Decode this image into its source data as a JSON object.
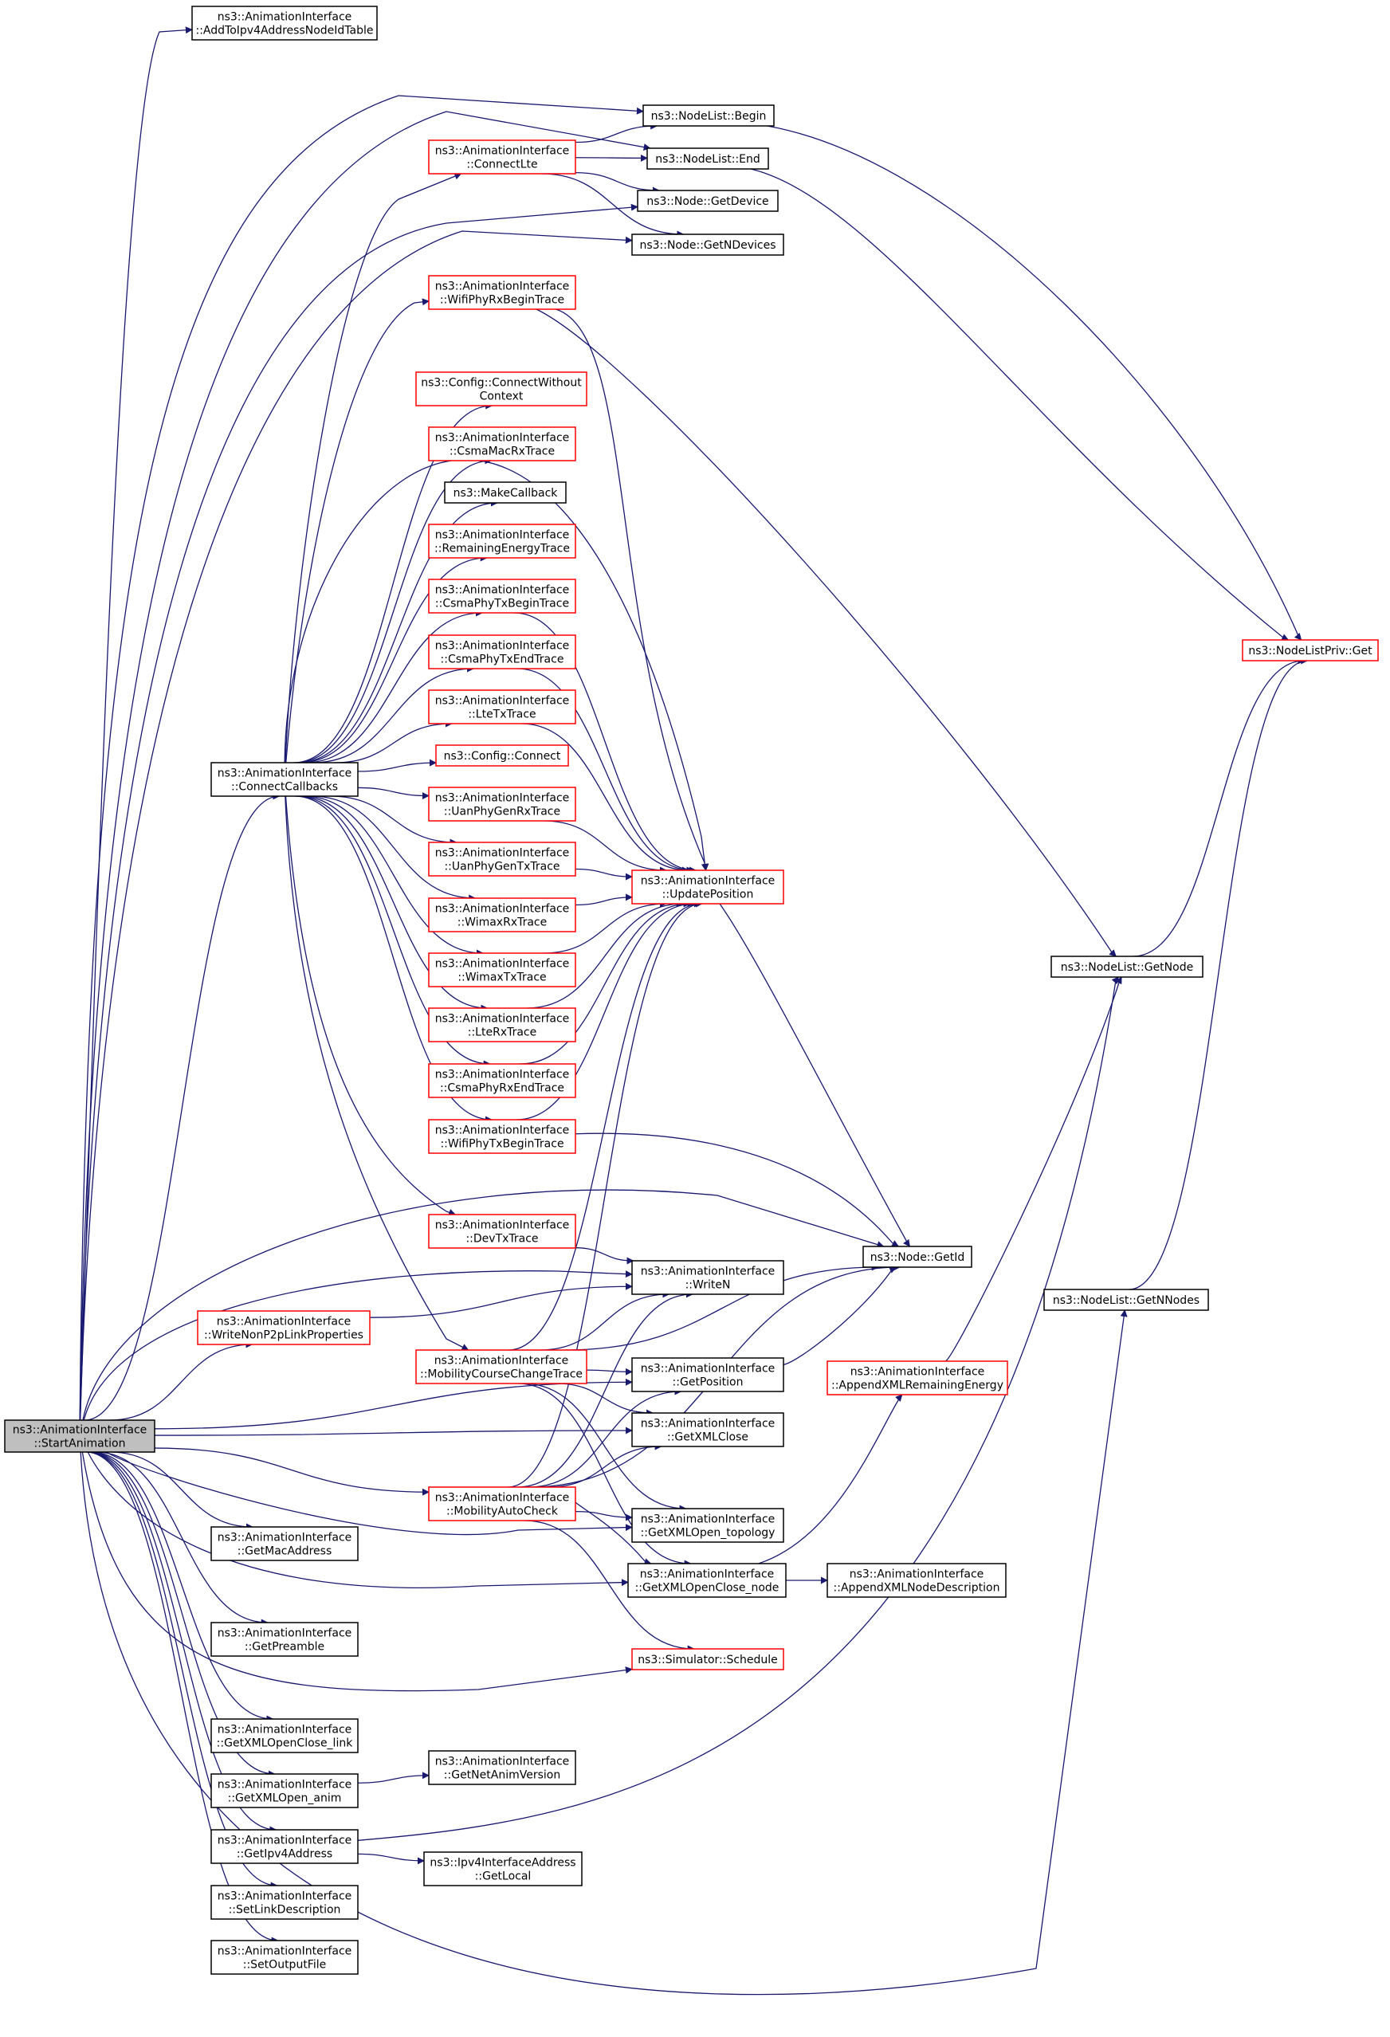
{
  "colors": {
    "edge": "#191970",
    "red_border": "#ff0000",
    "black_border": "#000000",
    "root_fill": "#bfbfbf"
  },
  "nodes": {
    "startAnimation": {
      "lines": [
        "ns3::AnimationInterface",
        "::StartAnimation"
      ],
      "style": "root"
    },
    "addToIpv4": {
      "lines": [
        "ns3::AnimationInterface",
        "::AddToIpv4AddressNodeIdTable"
      ],
      "style": "black"
    },
    "nodeListBegin": {
      "lines": [
        "ns3::NodeList::Begin"
      ],
      "style": "black"
    },
    "connectLte": {
      "lines": [
        "ns3::AnimationInterface",
        "::ConnectLte"
      ],
      "style": "red"
    },
    "nodeListEnd": {
      "lines": [
        "ns3::NodeList::End"
      ],
      "style": "black"
    },
    "nodeGetDevice": {
      "lines": [
        "ns3::Node::GetDevice"
      ],
      "style": "black"
    },
    "nodeGetNDevices": {
      "lines": [
        "ns3::Node::GetNDevices"
      ],
      "style": "black"
    },
    "wifiPhyRxBegin": {
      "lines": [
        "ns3::AnimationInterface",
        "::WifiPhyRxBeginTrace"
      ],
      "style": "red"
    },
    "configConnectWithout": {
      "lines": [
        "ns3::Config::ConnectWithout",
        "Context"
      ],
      "style": "red"
    },
    "csmaMacRx": {
      "lines": [
        "ns3::AnimationInterface",
        "::CsmaMacRxTrace"
      ],
      "style": "red"
    },
    "makeCallback": {
      "lines": [
        "ns3::MakeCallback"
      ],
      "style": "black"
    },
    "remainingEnergy": {
      "lines": [
        "ns3::AnimationInterface",
        "::RemainingEnergyTrace"
      ],
      "style": "red"
    },
    "csmaPhyTxBegin": {
      "lines": [
        "ns3::AnimationInterface",
        "::CsmaPhyTxBeginTrace"
      ],
      "style": "red"
    },
    "csmaPhyTxEnd": {
      "lines": [
        "ns3::AnimationInterface",
        "::CsmaPhyTxEndTrace"
      ],
      "style": "red"
    },
    "lteTx": {
      "lines": [
        "ns3::AnimationInterface",
        "::LteTxTrace"
      ],
      "style": "red"
    },
    "connectCallbacks": {
      "lines": [
        "ns3::AnimationInterface",
        "::ConnectCallbacks"
      ],
      "style": "black"
    },
    "configConnect": {
      "lines": [
        "ns3::Config::Connect"
      ],
      "style": "red"
    },
    "uanPhyGenRx": {
      "lines": [
        "ns3::AnimationInterface",
        "::UanPhyGenRxTrace"
      ],
      "style": "red"
    },
    "uanPhyGenTx": {
      "lines": [
        "ns3::AnimationInterface",
        "::UanPhyGenTxTrace"
      ],
      "style": "red"
    },
    "updatePosition": {
      "lines": [
        "ns3::AnimationInterface",
        "::UpdatePosition"
      ],
      "style": "red"
    },
    "wimaxRx": {
      "lines": [
        "ns3::AnimationInterface",
        "::WimaxRxTrace"
      ],
      "style": "red"
    },
    "wimaxTx": {
      "lines": [
        "ns3::AnimationInterface",
        "::WimaxTxTrace"
      ],
      "style": "red"
    },
    "lteRx": {
      "lines": [
        "ns3::AnimationInterface",
        "::LteRxTrace"
      ],
      "style": "red"
    },
    "csmaPhyRxEnd": {
      "lines": [
        "ns3::AnimationInterface",
        "::CsmaPhyRxEndTrace"
      ],
      "style": "red"
    },
    "wifiPhyTxBegin": {
      "lines": [
        "ns3::AnimationInterface",
        "::WifiPhyTxBeginTrace"
      ],
      "style": "red"
    },
    "nodeListPrivGet": {
      "lines": [
        "ns3::NodeListPriv::Get"
      ],
      "style": "red"
    },
    "nodeListGetNode": {
      "lines": [
        "ns3::NodeList::GetNode"
      ],
      "style": "black"
    },
    "devTx": {
      "lines": [
        "ns3::AnimationInterface",
        "::DevTxTrace"
      ],
      "style": "red"
    },
    "nodeGetId": {
      "lines": [
        "ns3::Node::GetId"
      ],
      "style": "black"
    },
    "writeN": {
      "lines": [
        "ns3::AnimationInterface",
        "::WriteN"
      ],
      "style": "black"
    },
    "nodeListGetNNodes": {
      "lines": [
        "ns3::NodeList::GetNNodes"
      ],
      "style": "black"
    },
    "writeNonP2p": {
      "lines": [
        "ns3::AnimationInterface",
        "::WriteNonP2pLinkProperties"
      ],
      "style": "red"
    },
    "mobilityCourseChange": {
      "lines": [
        "ns3::AnimationInterface",
        "::MobilityCourseChangeTrace"
      ],
      "style": "red"
    },
    "getPosition": {
      "lines": [
        "ns3::AnimationInterface",
        "::GetPosition"
      ],
      "style": "black"
    },
    "appendXMLRemainingEnergy": {
      "lines": [
        "ns3::AnimationInterface",
        "::AppendXMLRemainingEnergy"
      ],
      "style": "red"
    },
    "getXMLClose": {
      "lines": [
        "ns3::AnimationInterface",
        "::GetXMLClose"
      ],
      "style": "black"
    },
    "mobilityAutoCheck": {
      "lines": [
        "ns3::AnimationInterface",
        "::MobilityAutoCheck"
      ],
      "style": "red"
    },
    "getMacAddress": {
      "lines": [
        "ns3::AnimationInterface",
        "::GetMacAddress"
      ],
      "style": "black"
    },
    "getXMLOpenTopology": {
      "lines": [
        "ns3::AnimationInterface",
        "::GetXMLOpen_topology"
      ],
      "style": "black"
    },
    "getXMLOpenCloseNode": {
      "lines": [
        "ns3::AnimationInterface",
        "::GetXMLOpenClose_node"
      ],
      "style": "black"
    },
    "appendXMLNodeDescription": {
      "lines": [
        "ns3::AnimationInterface",
        "::AppendXMLNodeDescription"
      ],
      "style": "black"
    },
    "getPreamble": {
      "lines": [
        "ns3::AnimationInterface",
        "::GetPreamble"
      ],
      "style": "black"
    },
    "simulatorSchedule": {
      "lines": [
        "ns3::Simulator::Schedule"
      ],
      "style": "red"
    },
    "getXMLOpenCloseLink": {
      "lines": [
        "ns3::AnimationInterface",
        "::GetXMLOpenClose_link"
      ],
      "style": "black"
    },
    "getNetAnimVersion": {
      "lines": [
        "ns3::AnimationInterface",
        "::GetNetAnimVersion"
      ],
      "style": "black"
    },
    "getXMLOpenAnim": {
      "lines": [
        "ns3::AnimationInterface",
        "::GetXMLOpen_anim"
      ],
      "style": "black"
    },
    "getIpv4Address": {
      "lines": [
        "ns3::AnimationInterface",
        "::GetIpv4Address"
      ],
      "style": "black"
    },
    "ipv4GetLocal": {
      "lines": [
        "ns3::Ipv4InterfaceAddress",
        "::GetLocal"
      ],
      "style": "black"
    },
    "setLinkDescription": {
      "lines": [
        "ns3::AnimationInterface",
        "::SetLinkDescription"
      ],
      "style": "black"
    },
    "setOutputFile": {
      "lines": [
        "ns3::AnimationInterface",
        "::SetOutputFile"
      ],
      "style": "black"
    }
  },
  "edges": [
    [
      "startAnimation",
      "addToIpv4"
    ],
    [
      "startAnimation",
      "nodeListBegin"
    ],
    [
      "startAnimation",
      "nodeListEnd"
    ],
    [
      "startAnimation",
      "nodeGetDevice"
    ],
    [
      "startAnimation",
      "nodeGetNDevices"
    ],
    [
      "startAnimation",
      "connectCallbacks"
    ],
    [
      "startAnimation",
      "writeNonP2p"
    ],
    [
      "startAnimation",
      "writeN"
    ],
    [
      "startAnimation",
      "nodeGetId"
    ],
    [
      "startAnimation",
      "getPosition"
    ],
    [
      "startAnimation",
      "getXMLClose"
    ],
    [
      "startAnimation",
      "mobilityAutoCheck"
    ],
    [
      "startAnimation",
      "getXMLOpenTopology"
    ],
    [
      "startAnimation",
      "getXMLOpenCloseNode"
    ],
    [
      "startAnimation",
      "getMacAddress"
    ],
    [
      "startAnimation",
      "getPreamble"
    ],
    [
      "startAnimation",
      "simulatorSchedule"
    ],
    [
      "startAnimation",
      "getXMLOpenCloseLink"
    ],
    [
      "startAnimation",
      "getXMLOpenAnim"
    ],
    [
      "startAnimation",
      "getIpv4Address"
    ],
    [
      "startAnimation",
      "setLinkDescription"
    ],
    [
      "startAnimation",
      "setOutputFile"
    ],
    [
      "startAnimation",
      "nodeListGetNNodes"
    ],
    [
      "connectLte",
      "nodeListBegin"
    ],
    [
      "connectLte",
      "nodeListEnd"
    ],
    [
      "connectLte",
      "nodeGetDevice"
    ],
    [
      "connectLte",
      "nodeGetNDevices"
    ],
    [
      "nodeListBegin",
      "nodeListPrivGet"
    ],
    [
      "nodeListEnd",
      "nodeListPrivGet"
    ],
    [
      "wifiPhyRxBegin",
      "updatePosition"
    ],
    [
      "wifiPhyRxBegin",
      "nodeListGetNode"
    ],
    [
      "connectCallbacks",
      "connectLte"
    ],
    [
      "connectCallbacks",
      "wifiPhyRxBegin"
    ],
    [
      "connectCallbacks",
      "configConnectWithout"
    ],
    [
      "connectCallbacks",
      "csmaMacRx"
    ],
    [
      "connectCallbacks",
      "makeCallback"
    ],
    [
      "connectCallbacks",
      "remainingEnergy"
    ],
    [
      "connectCallbacks",
      "csmaPhyTxBegin"
    ],
    [
      "connectCallbacks",
      "csmaPhyTxEnd"
    ],
    [
      "connectCallbacks",
      "lteTx"
    ],
    [
      "connectCallbacks",
      "configConnect"
    ],
    [
      "connectCallbacks",
      "uanPhyGenRx"
    ],
    [
      "connectCallbacks",
      "uanPhyGenTx"
    ],
    [
      "connectCallbacks",
      "wimaxRx"
    ],
    [
      "connectCallbacks",
      "wimaxTx"
    ],
    [
      "connectCallbacks",
      "lteRx"
    ],
    [
      "connectCallbacks",
      "csmaPhyRxEnd"
    ],
    [
      "connectCallbacks",
      "wifiPhyTxBegin"
    ],
    [
      "connectCallbacks",
      "devTx"
    ],
    [
      "connectCallbacks",
      "mobilityCourseChange"
    ],
    [
      "connectCallbacks",
      "updatePosition"
    ],
    [
      "csmaPhyTxBegin",
      "updatePosition"
    ],
    [
      "csmaPhyTxEnd",
      "updatePosition"
    ],
    [
      "lteTx",
      "updatePosition"
    ],
    [
      "uanPhyGenRx",
      "updatePosition"
    ],
    [
      "uanPhyGenTx",
      "updatePosition"
    ],
    [
      "wimaxRx",
      "updatePosition"
    ],
    [
      "wimaxTx",
      "updatePosition"
    ],
    [
      "lteRx",
      "updatePosition"
    ],
    [
      "csmaPhyRxEnd",
      "updatePosition"
    ],
    [
      "wifiPhyTxBegin",
      "updatePosition"
    ],
    [
      "wifiPhyTxBegin",
      "nodeGetId"
    ],
    [
      "updatePosition",
      "nodeGetId"
    ],
    [
      "nodeListGetNode",
      "nodeListPrivGet"
    ],
    [
      "nodeListGetNNodes",
      "nodeListPrivGet"
    ],
    [
      "devTx",
      "writeN"
    ],
    [
      "writeNonP2p",
      "writeN"
    ],
    [
      "mobilityCourseChange",
      "updatePosition"
    ],
    [
      "mobilityCourseChange",
      "writeN"
    ],
    [
      "mobilityCourseChange",
      "nodeGetId"
    ],
    [
      "mobilityCourseChange",
      "getPosition"
    ],
    [
      "mobilityCourseChange",
      "getXMLClose"
    ],
    [
      "mobilityCourseChange",
      "getXMLOpenTopology"
    ],
    [
      "mobilityCourseChange",
      "getXMLOpenCloseNode"
    ],
    [
      "getPosition",
      "nodeGetId"
    ],
    [
      "mobilityAutoCheck",
      "updatePosition"
    ],
    [
      "mobilityAutoCheck",
      "writeN"
    ],
    [
      "mobilityAutoCheck",
      "nodeGetId"
    ],
    [
      "mobilityAutoCheck",
      "getPosition"
    ],
    [
      "mobilityAutoCheck",
      "getXMLClose"
    ],
    [
      "mobilityAutoCheck",
      "getXMLOpenTopology"
    ],
    [
      "mobilityAutoCheck",
      "getXMLOpenCloseNode"
    ],
    [
      "mobilityAutoCheck",
      "simulatorSchedule"
    ],
    [
      "appendXMLRemainingEnergy",
      "nodeListGetNode"
    ],
    [
      "getXMLOpenCloseNode",
      "appendXMLRemainingEnergy"
    ],
    [
      "getXMLOpenCloseNode",
      "appendXMLNodeDescription"
    ],
    [
      "getXMLOpenAnim",
      "getNetAnimVersion"
    ],
    [
      "getIpv4Address",
      "ipv4GetLocal"
    ],
    [
      "getIpv4Address",
      "nodeListGetNode"
    ]
  ]
}
